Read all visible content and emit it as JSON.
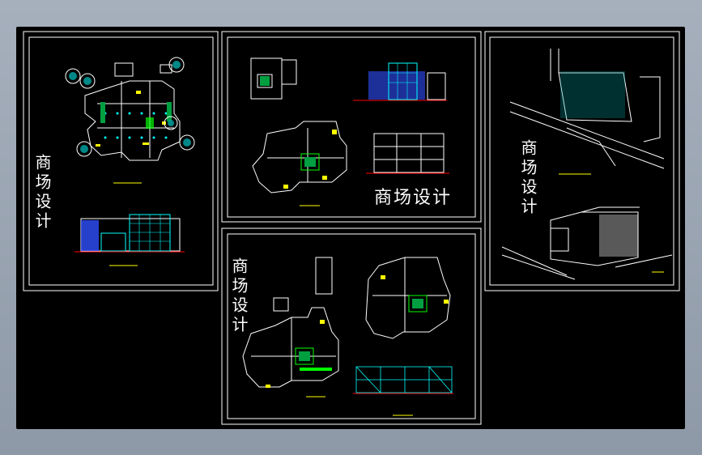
{
  "drawing": {
    "sheet_a_title": "商场设计",
    "sheet_b_title": "商场设计",
    "sheet_c_title": "商场设计",
    "sheet_d_title": "商场设计"
  },
  "colors": {
    "background": "#000000",
    "frame": "#ffffff",
    "wall": "#ffffff",
    "accent_cyan": "#00ffff",
    "accent_yellow": "#ffff00",
    "accent_green": "#00ff00",
    "accent_red": "#ff0000",
    "accent_blue": "#3050ff"
  }
}
